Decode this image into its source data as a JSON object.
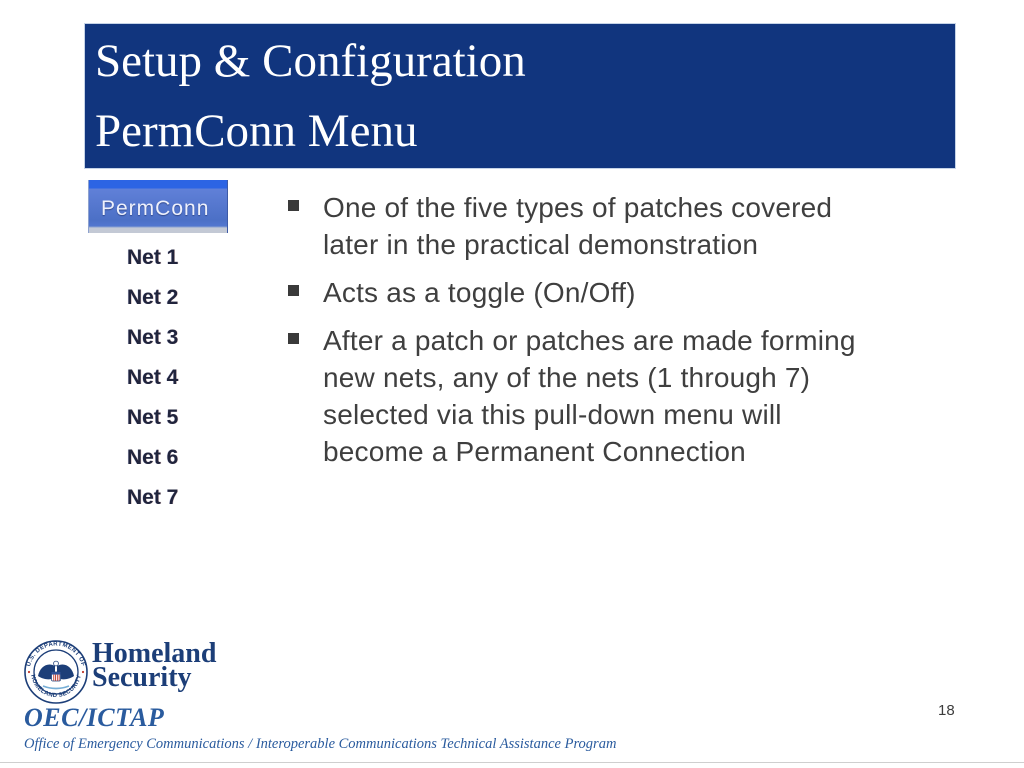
{
  "header": {
    "title_line1": "Setup & Configuration",
    "title_line2": "PermConn Menu"
  },
  "permconn": {
    "button_label": "PermConn",
    "items": [
      "Net 1",
      "Net 2",
      "Net 3",
      "Net 4",
      "Net 5",
      "Net 6",
      "Net 7"
    ]
  },
  "bullets": [
    {
      "text": "One of the five types of patches covered\nlater in the practical demonstration"
    },
    {
      "text": "Acts as a toggle (On/Off)"
    },
    {
      "text": "After a patch or patches are made forming\nnew nets, any of the nets (1 through 7)\nselected via this pull-down menu will\nbecome a Permanent Connection"
    }
  ],
  "footer": {
    "seal_top_text": "U.S. DEPARTMENT OF",
    "seal_bottom_text": "HOMELAND SECURITY",
    "wordmark_line1": "Homeland",
    "wordmark_line2": "Security",
    "org_abbrev": "OEC/ICTAP",
    "org_full": "Office of Emergency Communications / Interoperable Communications Technical Assistance Program",
    "page_number": "18"
  },
  "colors": {
    "header_navy": "#11357e",
    "btn_top": "#2c64e4",
    "btn_bottom": "#c3c9d5",
    "btn_text": "#eef1fc",
    "net_text": "#20243c",
    "bullet_text": "#3f3f3f",
    "bullet_marker": "#3a3a3a",
    "dhs_navy": "#1c3e78",
    "org_blue": "#2a5b9e",
    "page_num": "#3d3d3d",
    "rule": "#cfcfcf"
  }
}
